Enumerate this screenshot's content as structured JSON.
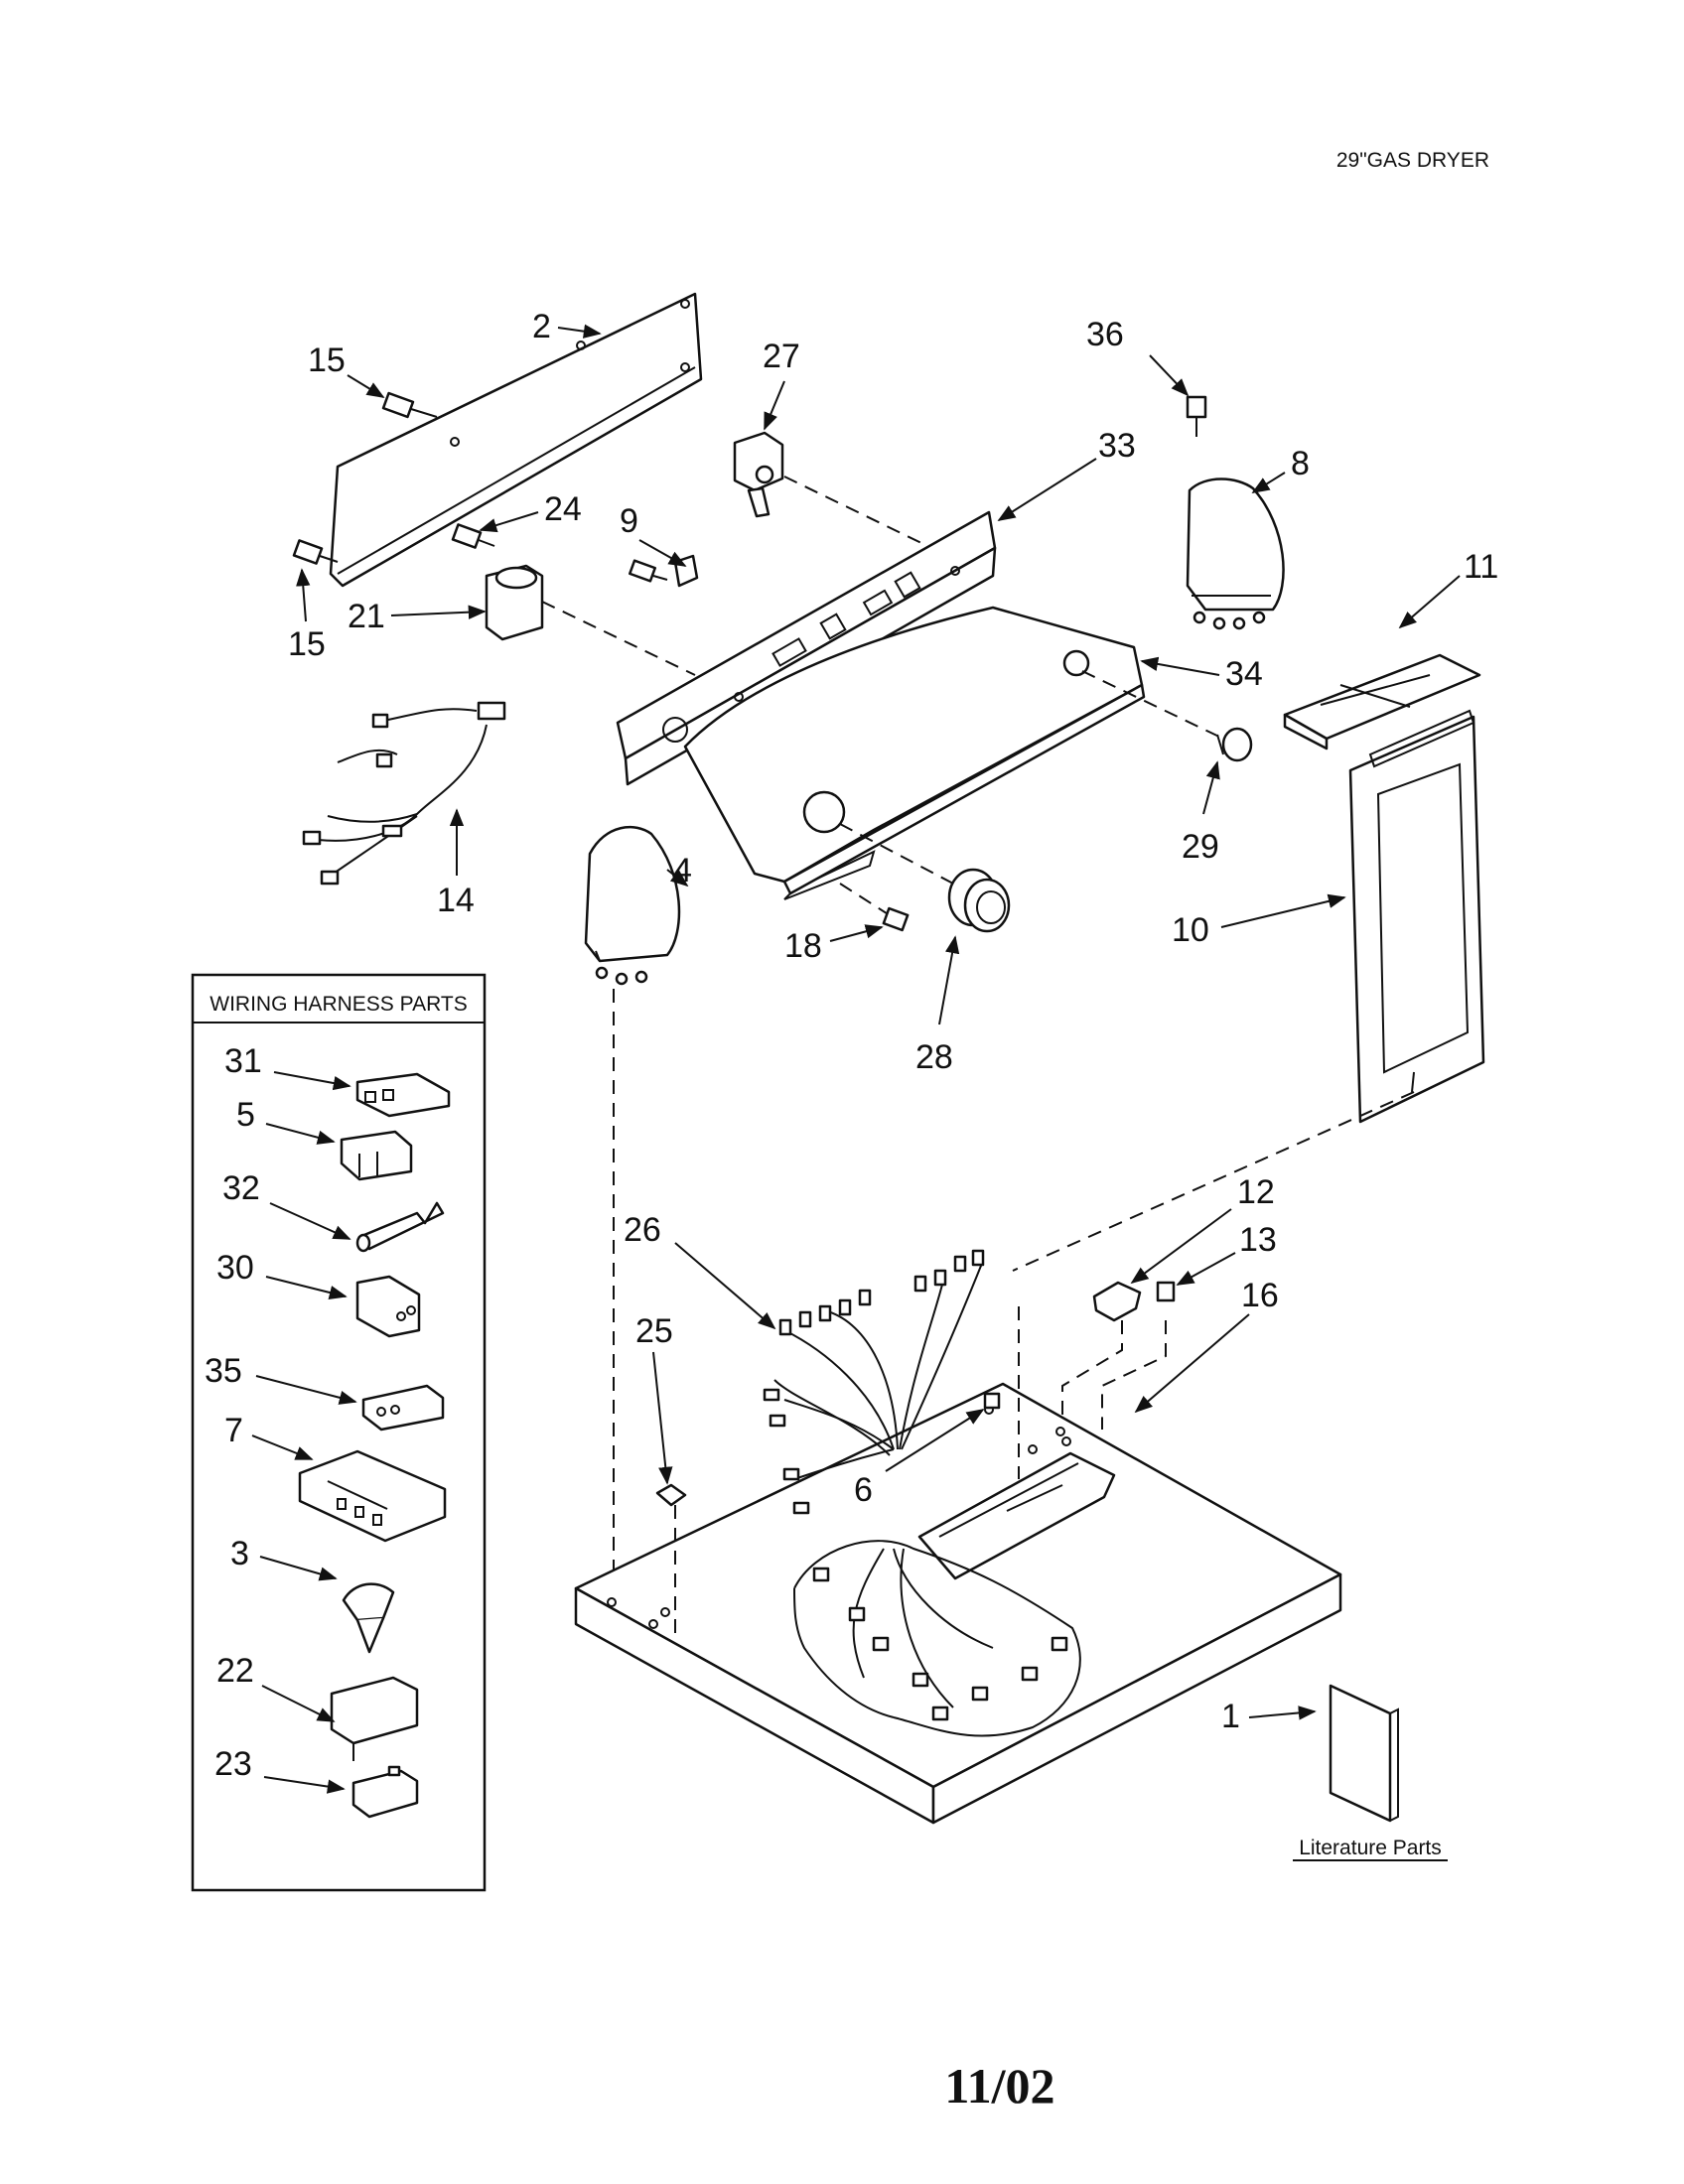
{
  "header": {
    "title": "29\"GAS DRYER"
  },
  "wiring_box": {
    "title": "WIRING HARNESS PARTS"
  },
  "literature": {
    "caption": "Literature Parts"
  },
  "footer": {
    "code": "11/02"
  },
  "callouts": {
    "c1": "1",
    "c2": "2",
    "c3": "3",
    "c4": "4",
    "c5": "5",
    "c6": "6",
    "c7": "7",
    "c8": "8",
    "c9": "9",
    "c10": "10",
    "c11": "11",
    "c12": "12",
    "c13": "13",
    "c14": "14",
    "c15a": "15",
    "c15b": "15",
    "c16": "16",
    "c18": "18",
    "c21": "21",
    "c22": "22",
    "c23": "23",
    "c24": "24",
    "c25": "25",
    "c26": "26",
    "c27": "27",
    "c28": "28",
    "c29": "29",
    "c30": "30",
    "c31": "31",
    "c32": "32",
    "c33": "33",
    "c34": "34",
    "c35": "35",
    "c36": "36"
  }
}
